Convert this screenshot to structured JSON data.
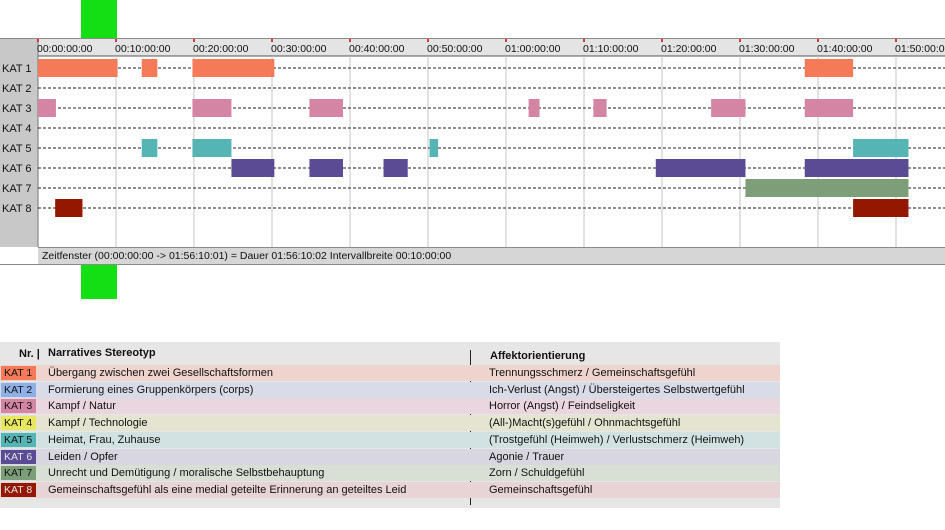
{
  "timeline": {
    "status_text": "Zeitfenster (00:00:00:00 -> 01:56:10:01) = Dauer 01:56:10:02    Intervallbreite 00:10:00:00"
  },
  "chart_data": {
    "type": "timeline",
    "x_unit": "minutes",
    "xlim": [
      0,
      116.17
    ],
    "tick_labels": [
      "00:00:00:00",
      "00:10:00:00",
      "00:20:00:00",
      "00:30:00:00",
      "00:40:00:00",
      "00:50:00:00",
      "01:00:00:00",
      "01:10:00:00",
      "01:20:00:00",
      "01:30:00:00",
      "01:40:00:00",
      "01:50:00:00"
    ],
    "tick_values": [
      0,
      10,
      20,
      30,
      40,
      50,
      60,
      70,
      80,
      90,
      100,
      110
    ],
    "rows": [
      {
        "code": "KAT 1",
        "color": "#f47a58",
        "segments": [
          [
            0,
            10.2
          ],
          [
            13.3,
            15.3
          ],
          [
            19.8,
            30.3
          ],
          [
            98.3,
            104.5
          ]
        ]
      },
      {
        "code": "KAT 2",
        "color": "#8fb0e6",
        "segments": []
      },
      {
        "code": "KAT 3",
        "color": "#d585a4",
        "segments": [
          [
            0,
            2.3
          ],
          [
            19.8,
            24.8
          ],
          [
            34.8,
            39.1
          ],
          [
            62.9,
            64.3
          ],
          [
            71.2,
            72.9
          ],
          [
            86.3,
            90.7
          ],
          [
            98.3,
            104.5
          ]
        ]
      },
      {
        "code": "KAT 4",
        "color": "#e8e860",
        "segments": []
      },
      {
        "code": "KAT 5",
        "color": "#55b4b4",
        "segments": [
          [
            13.3,
            15.3
          ],
          [
            19.8,
            24.8
          ],
          [
            50.2,
            51.3
          ],
          [
            104.5,
            111.6
          ]
        ]
      },
      {
        "code": "KAT 6",
        "color": "#5b4a94",
        "segments": [
          [
            24.8,
            30.3
          ],
          [
            34.8,
            39.1
          ],
          [
            44.3,
            47.4
          ],
          [
            79.2,
            90.7
          ],
          [
            98.3,
            111.6
          ]
        ]
      },
      {
        "code": "KAT 7",
        "color": "#7c9e78",
        "segments": [
          [
            90.7,
            111.6
          ]
        ]
      },
      {
        "code": "KAT 8",
        "color": "#941800",
        "segments": [
          [
            2.2,
            5.7
          ],
          [
            104.5,
            111.6
          ]
        ]
      }
    ]
  },
  "legend": {
    "header_nr": "Nr. |",
    "header_stereotype": "Narratives Stereotyp",
    "header_affect": "Affektorientierung",
    "rows": [
      {
        "code": "KAT 1",
        "color": "#f47a58",
        "row_bg": "#eed4cc",
        "stereotype": "Übergang zwischen zwei Gesellschaftsformen",
        "affect": "Trennungsschmerz / Gemeinschaftsgefühl"
      },
      {
        "code": "KAT 2",
        "color": "#8fb0e6",
        "row_bg": "#d8dce8",
        "stereotype": "Formierung eines Gruppenkörpers (corps)",
        "affect": "Ich-Verlust (Angst) / Übersteigertes Selbstwertgefühl"
      },
      {
        "code": "KAT 3",
        "color": "#d585a4",
        "row_bg": "#ead6de",
        "stereotype": "Kampf / Natur",
        "affect": "Horror (Angst) / Feindseligkeit"
      },
      {
        "code": "KAT 4",
        "color": "#e8e860",
        "row_bg": "#e4e4d0",
        "stereotype": "Kampf / Technologie",
        "affect": "(All-)Macht(s)gefühl / Ohnmachtsgefühl"
      },
      {
        "code": "KAT 5",
        "color": "#55b4b4",
        "row_bg": "#d2e2e2",
        "stereotype": "Heimat, Frau, Zuhause",
        "affect": "(Trostgefühl (Heimweh) / Verlustschmerz (Heimweh)"
      },
      {
        "code": "KAT 6",
        "color": "#5b4a94",
        "row_bg": "#d8d6e0",
        "stereotype": "Leiden / Opfer",
        "affect": "Agonie / Trauer"
      },
      {
        "code": "KAT 7",
        "color": "#7c9e78",
        "row_bg": "#d8e0d6",
        "stereotype": "Unrecht und Demütigung / moralische Selbstbehauptung",
        "affect": "Zorn / Schuldgefühl"
      },
      {
        "code": "KAT 8",
        "color": "#941800",
        "row_bg": "#e8d4d4",
        "stereotype": "Gemeinschaftsgefühl als eine medial geteilte Erinnerung an geteiltes Leid",
        "affect": "Gemeinschaftsgefühl"
      }
    ]
  }
}
